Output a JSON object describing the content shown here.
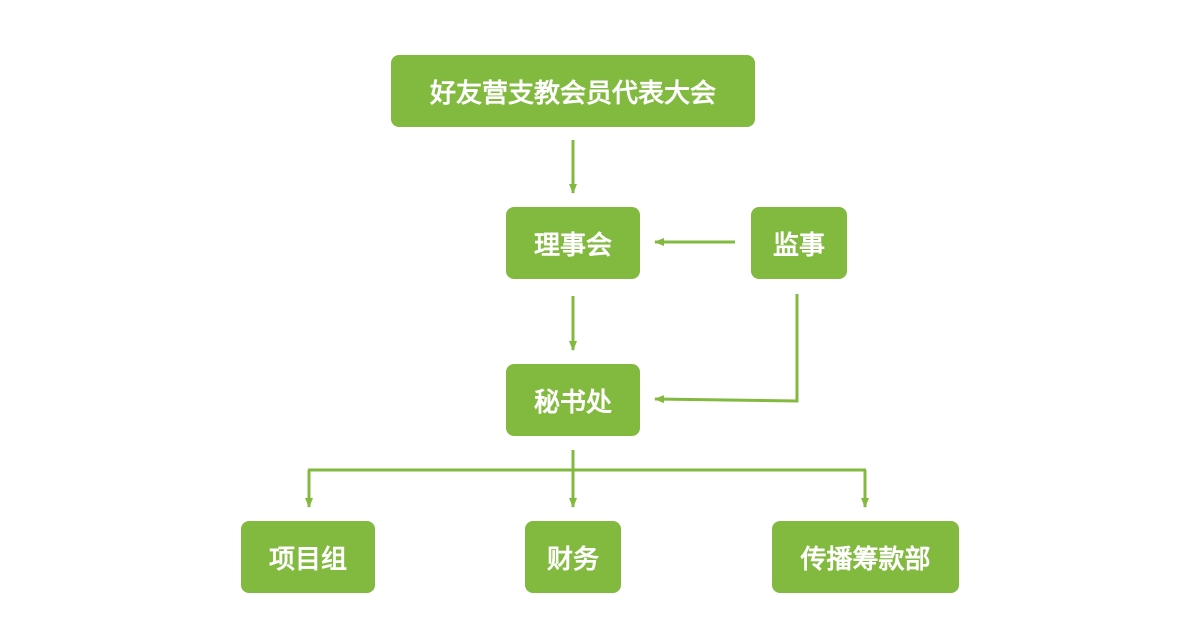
{
  "colors": {
    "node_fill": "#82BA40",
    "connector": "#82BA40",
    "node_text": "#FFFFFF"
  },
  "nodes": {
    "assembly": "好友营支教会员代表大会",
    "council": "理事会",
    "supervisor": "监事",
    "secretariat": "秘书处",
    "project_group": "项目组",
    "finance": "财务",
    "communications": "传播筹款部"
  }
}
